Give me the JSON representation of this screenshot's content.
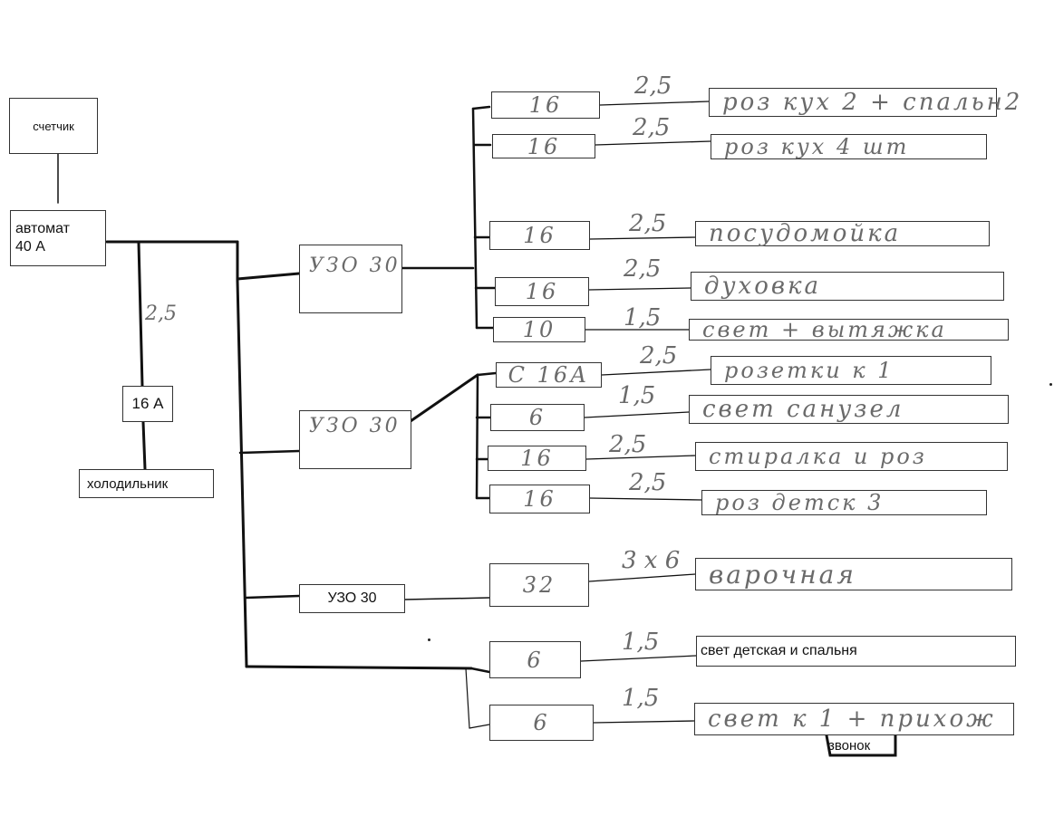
{
  "meter": "счетчик",
  "main_breaker": {
    "line1": "автомат",
    "line2": "40 А"
  },
  "fridge_breaker": "16 А",
  "fridge_wire": "2,5",
  "fridge": "холодильник",
  "rcd1": "УЗО 30",
  "rcd2": "УЗО 30",
  "rcd3": "УЗО 30",
  "circuits": [
    {
      "breaker": "16",
      "wire": "2,5",
      "load": "роз кух 2 + спальн2"
    },
    {
      "breaker": "16",
      "wire": "2,5",
      "load": "роз кух 4 шт"
    },
    {
      "breaker": "16",
      "wire": "2,5",
      "load": "посудомойка"
    },
    {
      "breaker": "16",
      "wire": "2,5",
      "load": "духовка"
    },
    {
      "breaker": "10",
      "wire": "1,5",
      "load": "свет + вытяжка"
    },
    {
      "breaker": "С 16А",
      "wire": "2,5",
      "load": "розетки к 1"
    },
    {
      "breaker": "6",
      "wire": "1,5",
      "load": "свет санузел"
    },
    {
      "breaker": "16",
      "wire": "2,5",
      "load": "стиралка и роз"
    },
    {
      "breaker": "16",
      "wire": "2,5",
      "load": "роз детск 3"
    },
    {
      "breaker": "32",
      "wire": "3 x 6",
      "load": "варочная"
    },
    {
      "breaker": "6",
      "wire": "1,5",
      "load": "свет детская и спальня"
    },
    {
      "breaker": "6",
      "wire": "1,5",
      "load": "свет к 1 + прихож"
    }
  ],
  "doorbell": "звонок"
}
